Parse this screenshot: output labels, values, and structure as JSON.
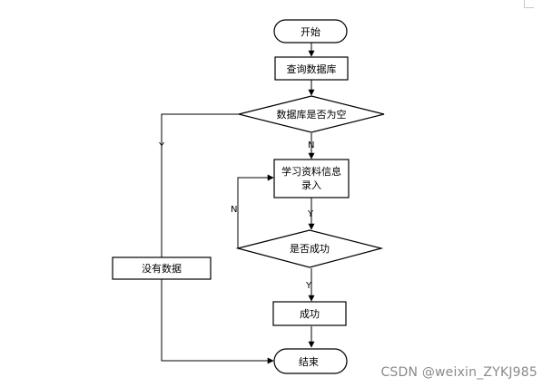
{
  "diagram": {
    "nodes": {
      "start": "开始",
      "query_db": "查询数据库",
      "db_empty": "数据库是否为空",
      "enter_line1": "学习资料信息",
      "enter_line2": "录入",
      "success_check": "是否成功",
      "no_data": "没有数据",
      "success": "成功",
      "end": "结束"
    },
    "edge_labels": {
      "db_empty_yes": "Y",
      "db_empty_no": "N",
      "entry_to_check_yes": "Y",
      "check_fail_no": "N",
      "check_success_yes": "Y"
    }
  },
  "watermark": "CSDN @weixin_ZYKJ985"
}
